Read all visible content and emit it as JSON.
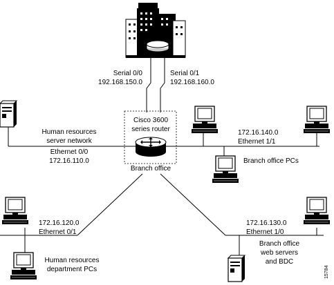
{
  "hq": {
    "serial_left": {
      "name": "Serial 0/0",
      "network": "192.168.150.0"
    },
    "serial_right": {
      "name": "Serial 0/1",
      "network": "192.168.160.0"
    }
  },
  "router": {
    "line1": "Cisco 3600",
    "line2": "series router",
    "caption": "Branch office"
  },
  "hr_server": {
    "line1": "Human resources",
    "line2": "server network",
    "interface": "Ethernet 0/0",
    "network": "172.16.110.0"
  },
  "branch_pcs": {
    "network": "172.16.140.0",
    "interface": "Ethernet 1/1",
    "label": "Branch office PCs"
  },
  "hr_pcs": {
    "network": "172.16.120.0",
    "interface": "Ethernet 0/1",
    "line1": "Human resources",
    "line2": "department PCs"
  },
  "web_servers": {
    "network": "172.16.130.0",
    "interface": "Ethernet 1/0",
    "line1": "Branch office",
    "line2": "web servers",
    "line3": "and BDC"
  },
  "figure_id": "15784"
}
